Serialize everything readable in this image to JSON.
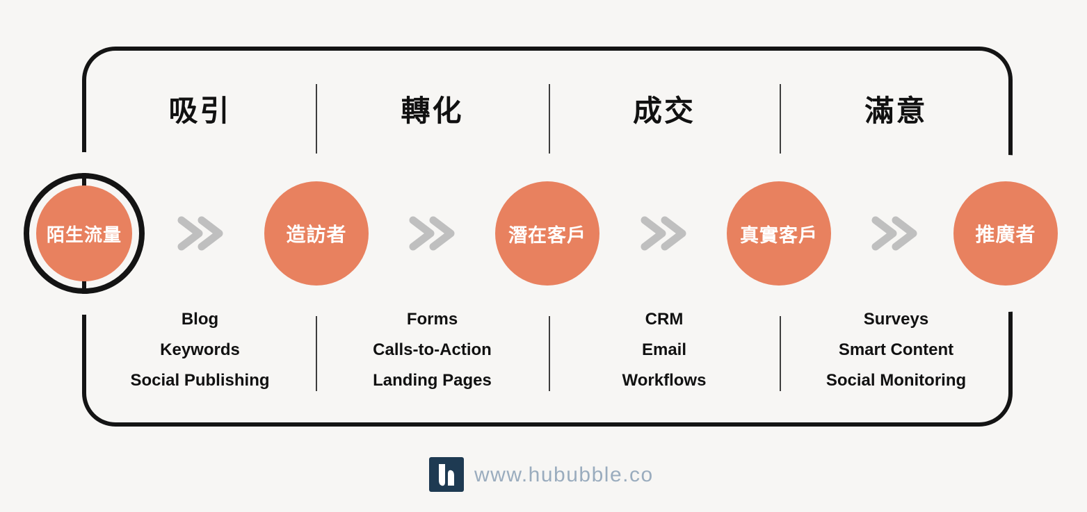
{
  "page": {
    "background": "#f7f6f4"
  },
  "funnel": {
    "stages": [
      {
        "label": "吸引",
        "tools": [
          "Blog",
          "Keywords",
          "Social Publishing"
        ]
      },
      {
        "label": "轉化",
        "tools": [
          "Forms",
          "Calls-to-Action",
          "Landing Pages"
        ]
      },
      {
        "label": "成交",
        "tools": [
          "CRM",
          "Email",
          "Workflows"
        ]
      },
      {
        "label": "滿意",
        "tools": [
          "Surveys",
          "Smart Content",
          "Social Monitoring"
        ]
      }
    ],
    "audiences": [
      {
        "label": "陌生流量"
      },
      {
        "label": "造訪者"
      },
      {
        "label": "潛在客戶"
      },
      {
        "label": "真實客戶"
      },
      {
        "label": "推廣者"
      }
    ]
  },
  "icons": {
    "chevron": "double-chevron-right-icon",
    "logo": "hububble-logo-icon"
  },
  "colors": {
    "accent_orange": "#e8815f",
    "frame_black": "#141414",
    "chevron_gray": "#bfbfbf",
    "divider_gray": "#3d3d3d",
    "logo_navy": "#1e3a52",
    "url_gray_blue": "#9aacbe",
    "circle_text": "#ffffff",
    "background": "#f7f6f4"
  },
  "footer": {
    "url": "www.hububble.co"
  }
}
